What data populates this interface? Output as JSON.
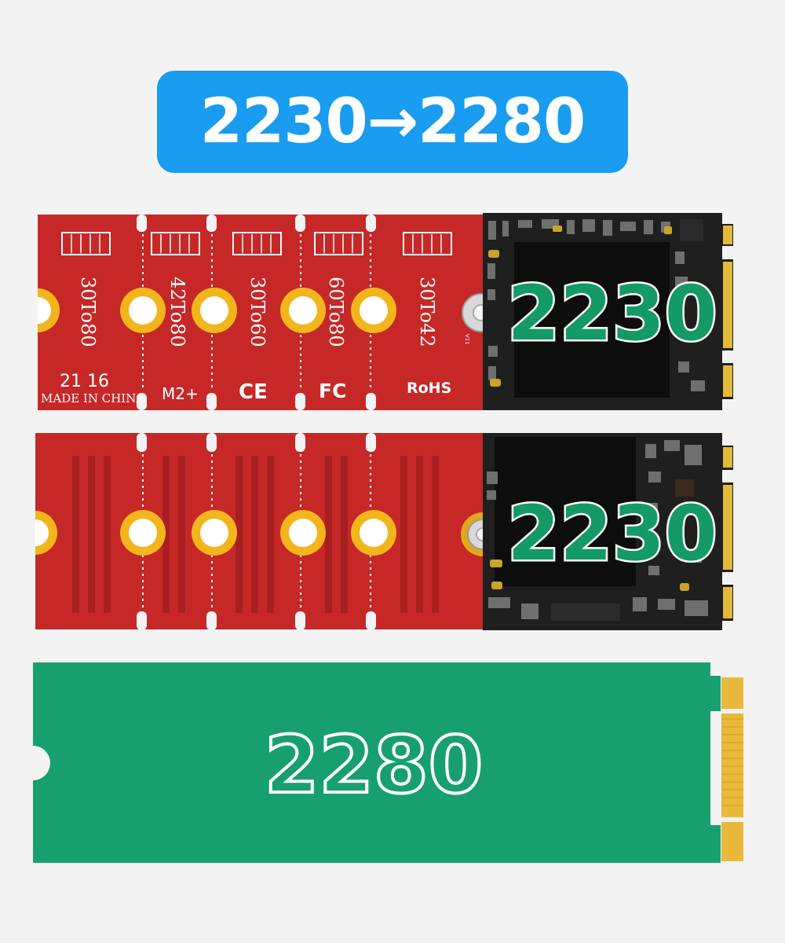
{
  "header": {
    "title": "2230→2280"
  },
  "extender_front": {
    "segment_labels": [
      "30To80",
      "42To80",
      "30To60",
      "60To80",
      "30To42"
    ],
    "date_code": "21 16",
    "made_in": "MADE IN CHINA",
    "marks": [
      "M2+",
      "CE",
      "FC",
      "RoHS"
    ],
    "rev": "V11",
    "ssd_label": "2230"
  },
  "extender_back": {
    "ssd_label": "2230"
  },
  "long_board": {
    "label": "2280"
  },
  "colors": {
    "badge": "#1a9cf0",
    "extender_red": "#c62828",
    "ring_yellow": "#f2b51c",
    "ssd_black": "#121212",
    "label_green": "#149a66",
    "board_green": "#17a06e",
    "gold_contacts": "#e8b93a"
  }
}
